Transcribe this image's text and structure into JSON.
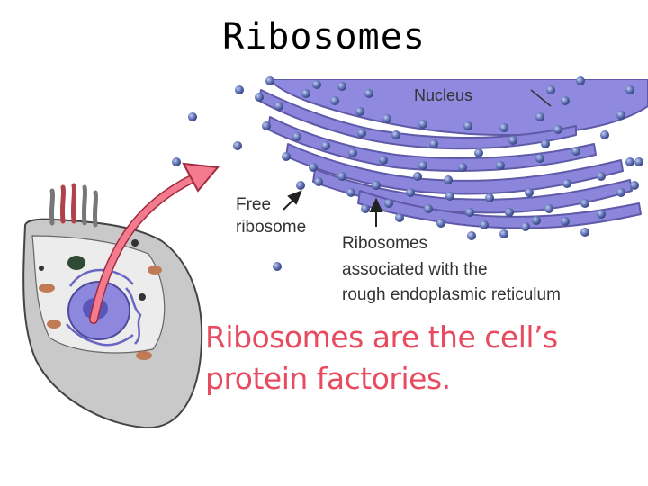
{
  "slide": {
    "title": "Ribosomes"
  },
  "diagram": {
    "labels": {
      "nucleus": "Nucleus",
      "free_ribosome_line1": "Free",
      "free_ribosome_line2": "ribosome",
      "er_line1": "Ribosomes",
      "er_line2": "associated with the",
      "er_line3": "rough endoplasmic reticulum"
    },
    "caption": {
      "line1": "Ribosomes are the cell’s",
      "line2": "protein factories."
    }
  },
  "colors": {
    "nucleus": "#8f8ae0",
    "er_membrane": "#8b86dc",
    "ribosome": "#5d6fb2",
    "arrow": "#f47a8e",
    "caption": "#e84a5f",
    "cell_body": "#c9c9c9"
  }
}
